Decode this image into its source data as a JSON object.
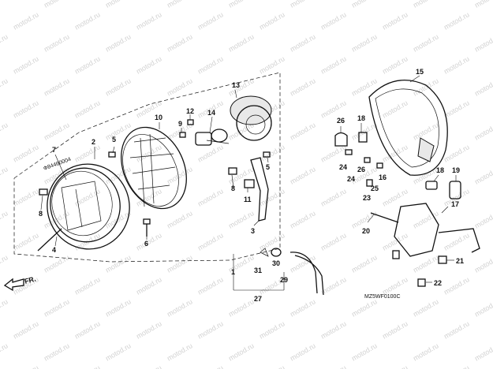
{
  "watermark_text": "motod.ru",
  "diagram_code": "MZ5WF0100C",
  "front_indicator": "FR.",
  "part_text_on_rim": "Ф84460004",
  "callouts": [
    {
      "id": "c1",
      "label": "1"
    },
    {
      "id": "c2",
      "label": "2"
    },
    {
      "id": "c3",
      "label": "3"
    },
    {
      "id": "c4",
      "label": "4"
    },
    {
      "id": "c5a",
      "label": "5"
    },
    {
      "id": "c5b",
      "label": "5"
    },
    {
      "id": "c6",
      "label": "6"
    },
    {
      "id": "c7",
      "label": "7"
    },
    {
      "id": "c8a",
      "label": "8"
    },
    {
      "id": "c8b",
      "label": "8"
    },
    {
      "id": "c9",
      "label": "9"
    },
    {
      "id": "c10",
      "label": "10"
    },
    {
      "id": "c11",
      "label": "11"
    },
    {
      "id": "c12",
      "label": "12"
    },
    {
      "id": "c13",
      "label": "13"
    },
    {
      "id": "c14",
      "label": "14"
    },
    {
      "id": "c15",
      "label": "15"
    },
    {
      "id": "c16",
      "label": "16"
    },
    {
      "id": "c17",
      "label": "17"
    },
    {
      "id": "c18a",
      "label": "18"
    },
    {
      "id": "c18b",
      "label": "18"
    },
    {
      "id": "c19",
      "label": "19"
    },
    {
      "id": "c20",
      "label": "20"
    },
    {
      "id": "c21",
      "label": "21"
    },
    {
      "id": "c22",
      "label": "22"
    },
    {
      "id": "c23",
      "label": "23"
    },
    {
      "id": "c24a",
      "label": "24"
    },
    {
      "id": "c24b",
      "label": "24"
    },
    {
      "id": "c25",
      "label": "25"
    },
    {
      "id": "c26a",
      "label": "26"
    },
    {
      "id": "c26b",
      "label": "26"
    },
    {
      "id": "c27",
      "label": "27"
    },
    {
      "id": "c29",
      "label": "29"
    },
    {
      "id": "c30",
      "label": "30"
    },
    {
      "id": "c31",
      "label": "31"
    }
  ]
}
